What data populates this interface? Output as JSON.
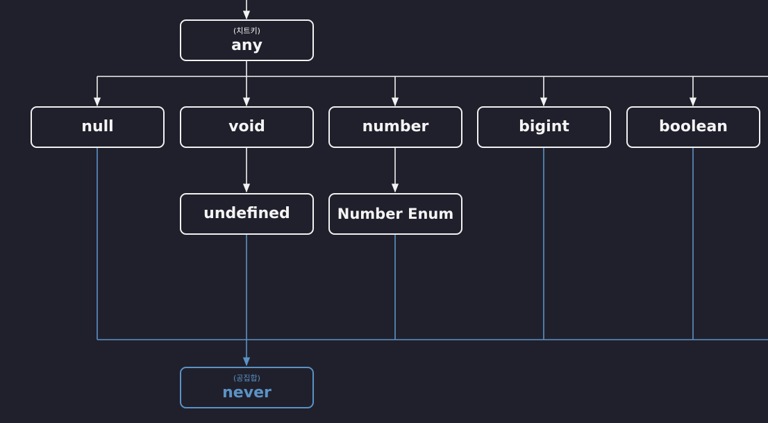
{
  "diagram": {
    "top_node": {
      "note": "(치트키)",
      "label": "any"
    },
    "children": [
      {
        "label": "null"
      },
      {
        "label": "void"
      },
      {
        "label": "number"
      },
      {
        "label": "bigint"
      },
      {
        "label": "boolean"
      }
    ],
    "grandchildren": [
      {
        "label": "undefined"
      },
      {
        "label": "Number Enum"
      }
    ],
    "bottom_node": {
      "note": "(공집합)",
      "label": "never"
    },
    "colors": {
      "background": "#20202c",
      "node_border": "#f2f2f2",
      "line": "#f2f2f2",
      "bottom_accent": "#5b93c6"
    }
  }
}
